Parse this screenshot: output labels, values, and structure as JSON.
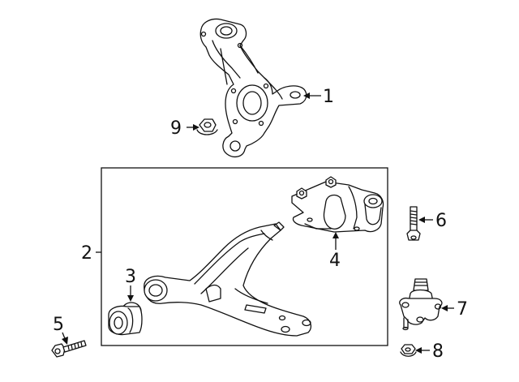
{
  "diagram": {
    "callouts": {
      "c1": "1",
      "c2": "2",
      "c3": "3",
      "c4": "4",
      "c5": "5",
      "c6": "6",
      "c7": "7",
      "c8": "8",
      "c9": "9"
    },
    "parts": [
      {
        "callout": "1",
        "shape": "steering-knuckle"
      },
      {
        "callout": "2",
        "shape": "lower-control-arm-assembly-box"
      },
      {
        "callout": "3",
        "shape": "front-bushing"
      },
      {
        "callout": "4",
        "shape": "rear-bushing-bracket"
      },
      {
        "callout": "5",
        "shape": "long-bolt"
      },
      {
        "callout": "6",
        "shape": "short-bolt"
      },
      {
        "callout": "7",
        "shape": "ball-joint"
      },
      {
        "callout": "8",
        "shape": "nut"
      },
      {
        "callout": "9",
        "shape": "flange-nut"
      }
    ]
  }
}
